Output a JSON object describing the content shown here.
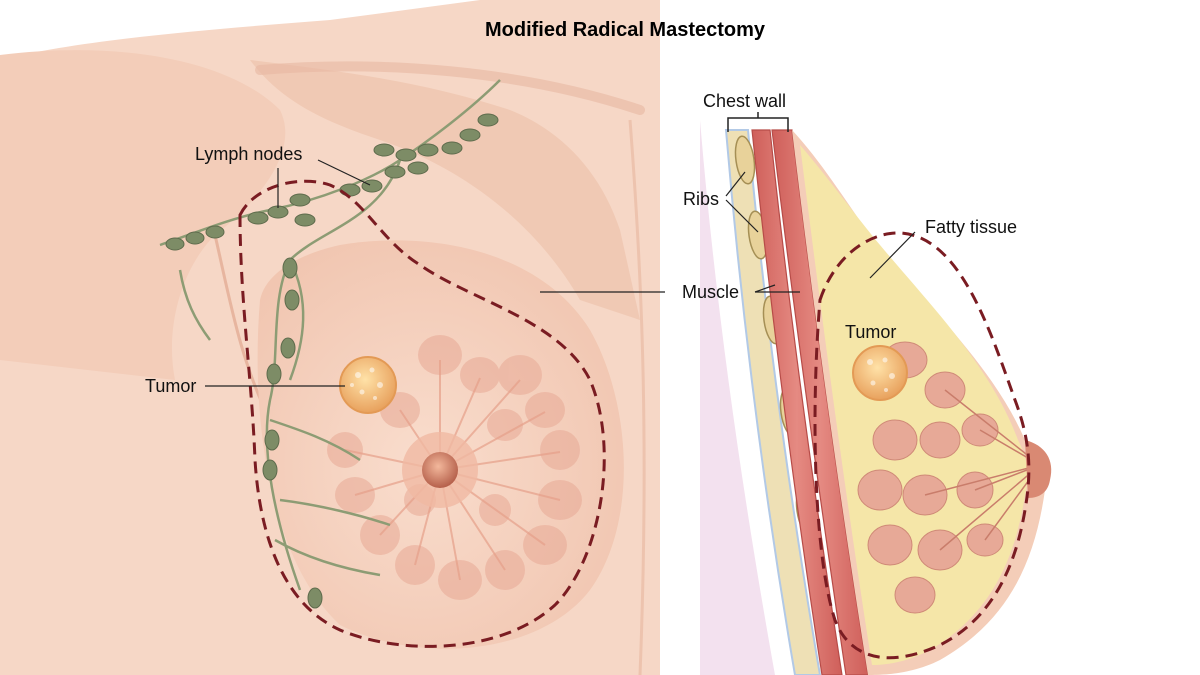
{
  "diagram": {
    "title": "Modified Radical Mastectomy",
    "labels": {
      "lymph_nodes": "Lymph nodes",
      "tumor_front": "Tumor",
      "chest_wall": "Chest wall",
      "ribs": "Ribs",
      "muscle": "Muscle",
      "fatty_tissue": "Fatty tissue",
      "tumor_side": "Tumor"
    },
    "colors": {
      "skin": "#f7d9c9",
      "dashed_outline": "#7a1c22",
      "lymph": "#7c8d6b",
      "tumor": "#f0b46a",
      "muscle": "#d9716a",
      "fat": "#f5e6a8",
      "lobule": "#e4a593"
    }
  }
}
